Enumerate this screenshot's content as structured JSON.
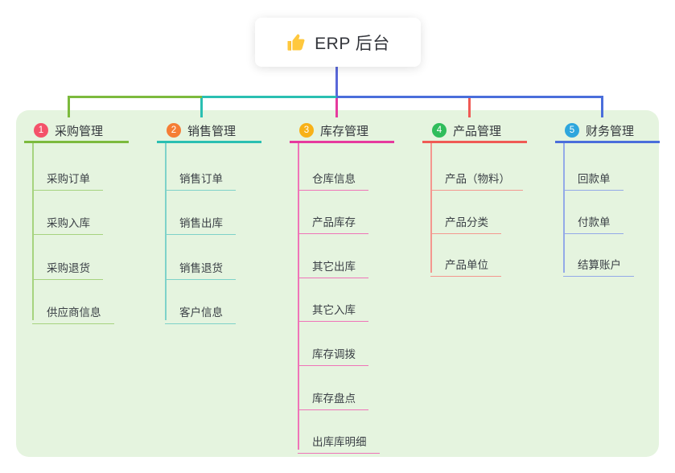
{
  "root": {
    "icon": "thumbs-up-icon",
    "label": "ERP 后台"
  },
  "colors": {
    "canvas_bg": "#ffffff",
    "panel_bg": "#e5f4df",
    "root_line": "#5a68d9",
    "text": "#3b4046"
  },
  "branches": [
    {
      "number": "1",
      "label": "采购管理",
      "badge_color": "#f4526a",
      "line_color": "#7cba3d",
      "child_line_color": "#a6d37f",
      "children": [
        "采购订单",
        "采购入库",
        "采购退货",
        "供应商信息"
      ]
    },
    {
      "number": "2",
      "label": "销售管理",
      "badge_color": "#f57d35",
      "line_color": "#2abfb2",
      "child_line_color": "#7ed2c9",
      "children": [
        "销售订单",
        "销售出库",
        "销售退货",
        "客户信息"
      ]
    },
    {
      "number": "3",
      "label": "库存管理",
      "badge_color": "#f8b117",
      "line_color": "#e63a9e",
      "child_line_color": "#ef74b8",
      "children": [
        "仓库信息",
        "产品库存",
        "其它出库",
        "其它入库",
        "库存调拨",
        "库存盘点",
        "出库库明细"
      ]
    },
    {
      "number": "4",
      "label": "产品管理",
      "badge_color": "#2fbd5b",
      "line_color": "#f05a55",
      "child_line_color": "#f4978f",
      "children": [
        "产品（物料）",
        "产品分类",
        "产品单位"
      ]
    },
    {
      "number": "5",
      "label": "财务管理",
      "badge_color": "#2ea6dd",
      "line_color": "#4a6edb",
      "child_line_color": "#93a9e8",
      "children": [
        "回款单",
        "付款单",
        "结算账户"
      ]
    }
  ]
}
